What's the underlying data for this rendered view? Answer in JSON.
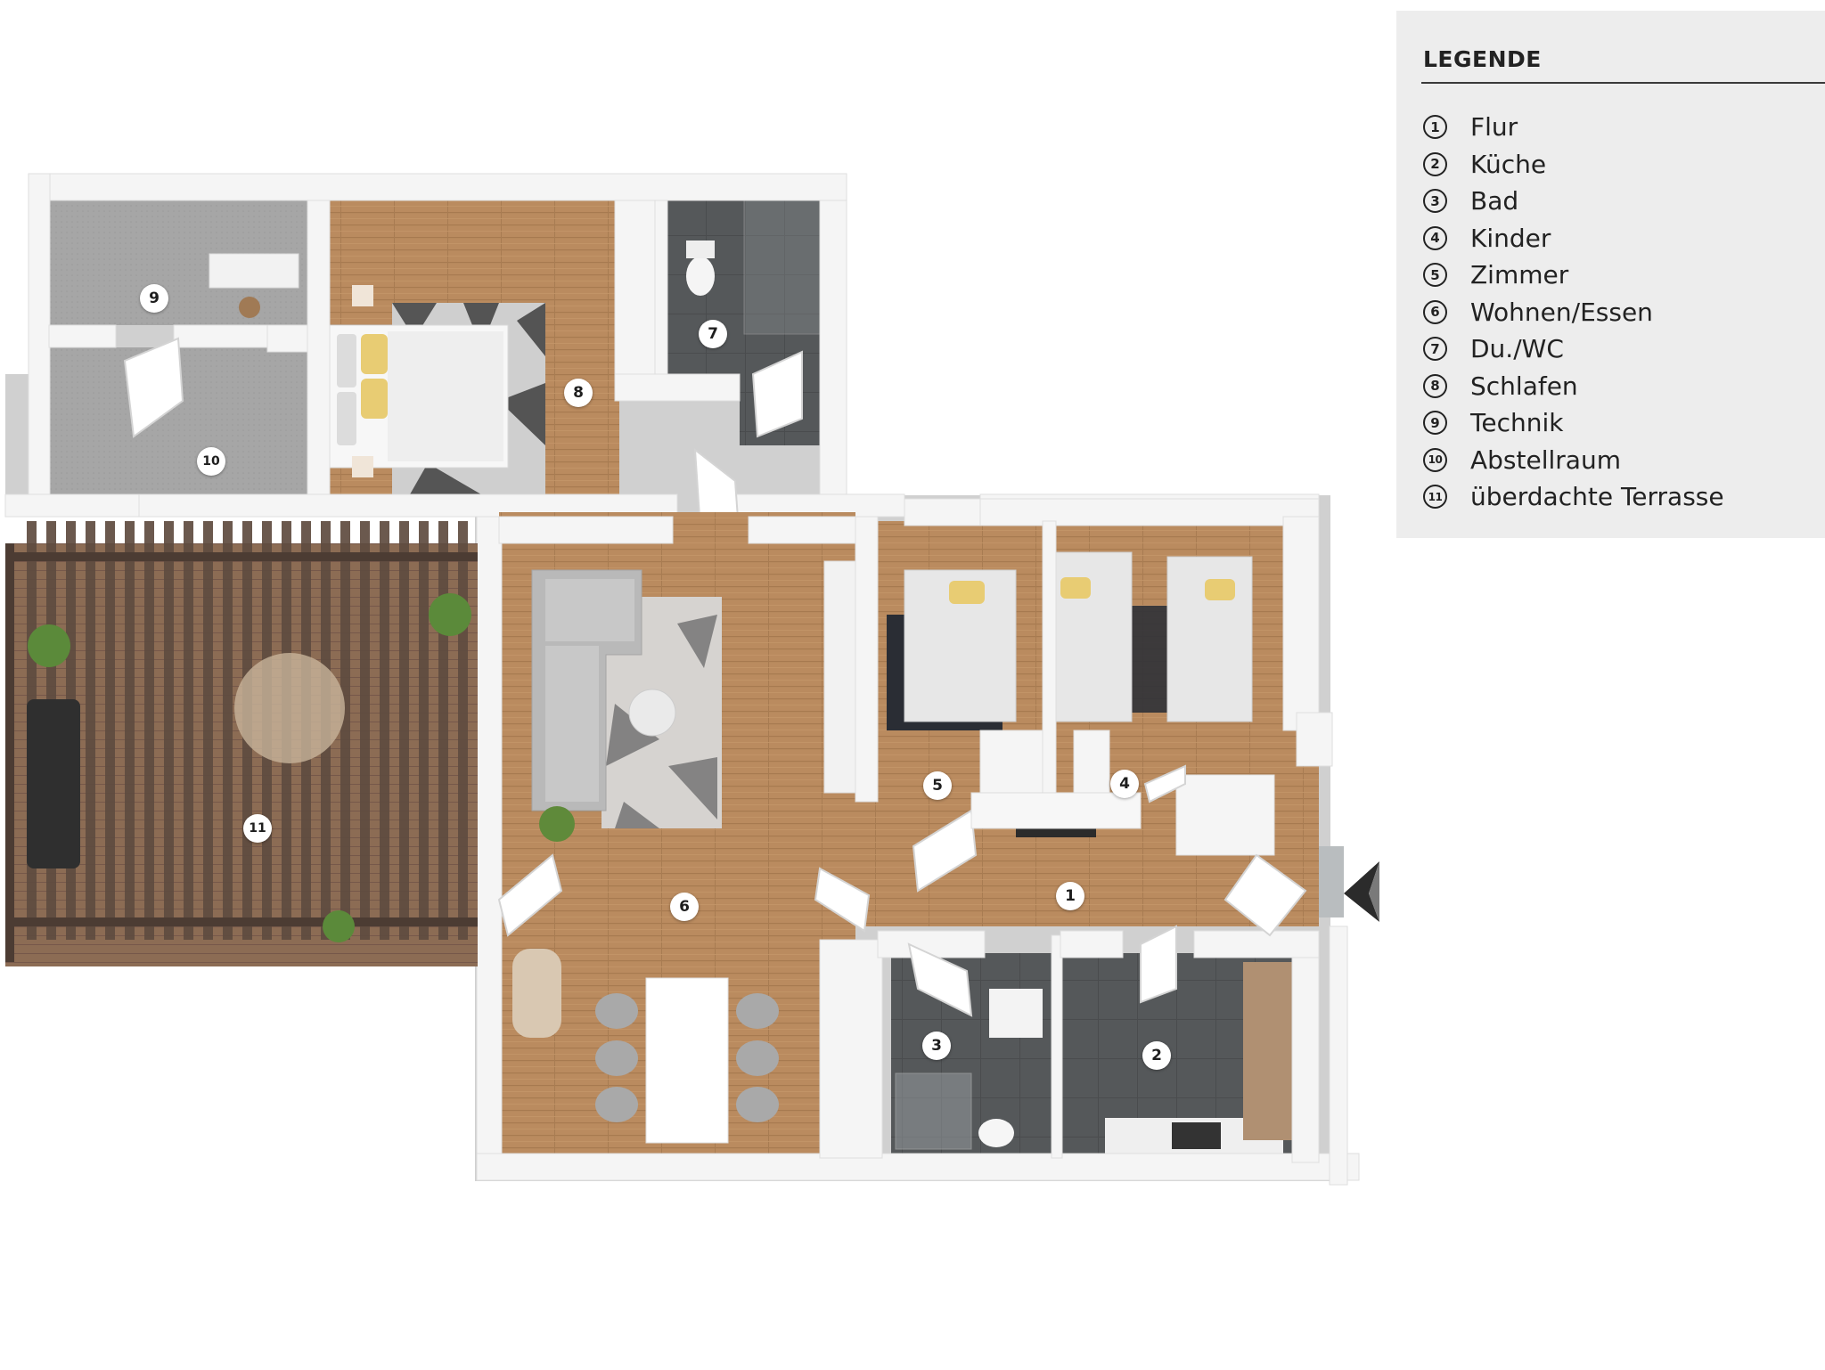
{
  "legend": {
    "title": "LEGENDE",
    "items": [
      {
        "num": "1",
        "label": "Flur"
      },
      {
        "num": "2",
        "label": "Küche"
      },
      {
        "num": "3",
        "label": "Bad"
      },
      {
        "num": "4",
        "label": "Kinder"
      },
      {
        "num": "5",
        "label": "Zimmer"
      },
      {
        "num": "6",
        "label": "Wohnen/Essen"
      },
      {
        "num": "7",
        "label": "Du./WC"
      },
      {
        "num": "8",
        "label": "Schlafen"
      },
      {
        "num": "9",
        "label": "Technik"
      },
      {
        "num": "10",
        "label": "Abstellraum"
      },
      {
        "num": "11",
        "label": "überdachte Terrasse"
      }
    ]
  },
  "markers": {
    "m1": "1",
    "m2": "2",
    "m3": "3",
    "m4": "4",
    "m5": "5",
    "m6": "6",
    "m7": "7",
    "m8": "8",
    "m9": "9",
    "m10": "10",
    "m11": "11"
  },
  "colors": {
    "wall": "#f4f4f4",
    "wall_shadow": "#c9c9c9",
    "wood_floor": "#b98a5e",
    "tile_floor": "#55585a",
    "carpet_floor": "#a9a9a9",
    "deck": "#8a6a52",
    "pergola": "#5c4a3e",
    "legend_bg": "#ededed"
  },
  "icons": {
    "north_arrow": "north-arrow-icon"
  }
}
